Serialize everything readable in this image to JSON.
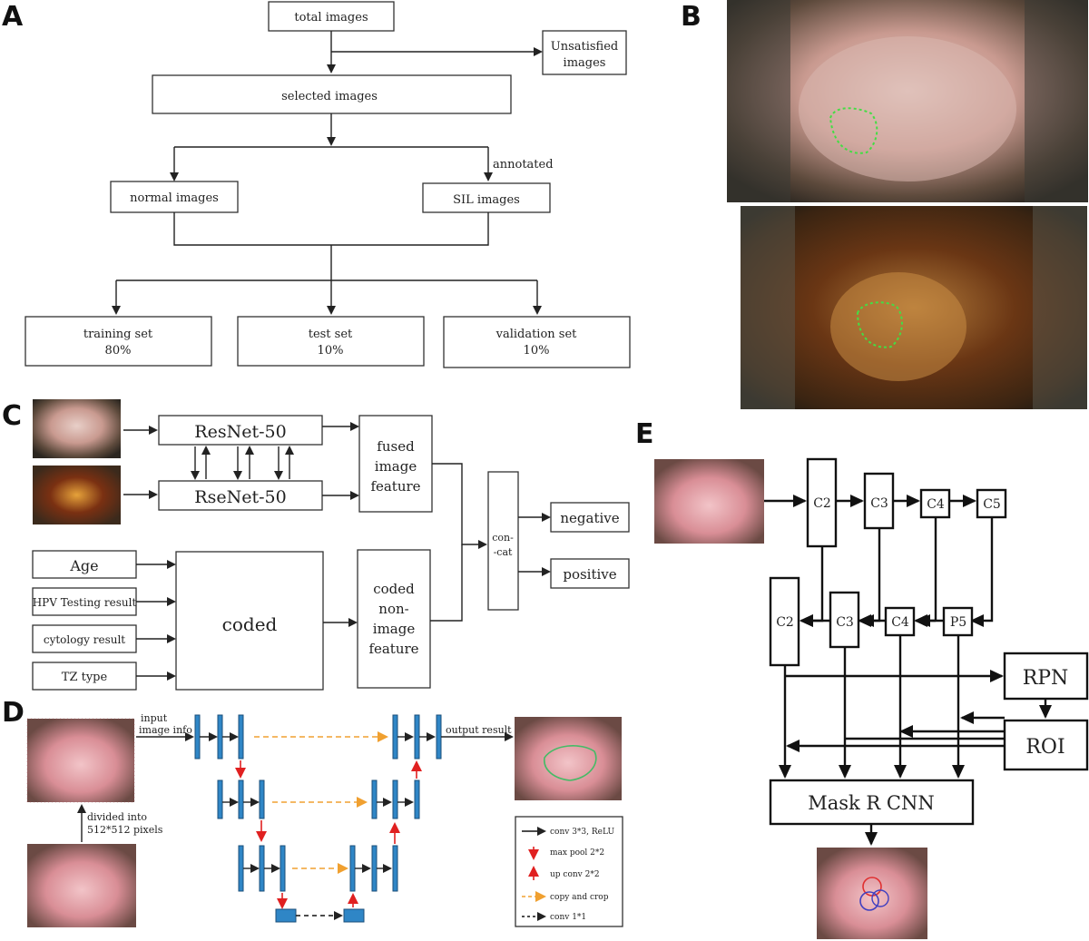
{
  "panel_labels": [
    "A",
    "B",
    "C",
    "D",
    "E"
  ],
  "panel_a": {
    "total": "total images",
    "unsatisfied_line1": "Unsatisfied",
    "unsatisfied_line2": "images",
    "selected": "selected images",
    "annotated": "annotated",
    "normal": "normal images",
    "sil": "SIL images",
    "training_name": "training set",
    "training_pct": "80%",
    "test_name": "test set",
    "test_pct": "10%",
    "validation_name": "validation set",
    "validation_pct": "10%"
  },
  "panel_c": {
    "resnet1": "ResNet-50",
    "resnet2": "RseNet-50",
    "fused": [
      "fused",
      "image",
      "feature"
    ],
    "concat": [
      "con-",
      "-cat"
    ],
    "negative": "negative",
    "positive": "positive",
    "inputs": [
      "Age",
      "HPV Testing result",
      "cytology result",
      "TZ type"
    ],
    "coded": "coded",
    "coded_feature": [
      "coded",
      "non-",
      "image",
      "feature"
    ]
  },
  "panel_d": {
    "input_info": [
      "input",
      "image info"
    ],
    "output_result": "output result",
    "divided": [
      "divided into",
      "512*512 pixels"
    ],
    "legend": [
      {
        "label": "conv 3*3, ReLU",
        "color": "#111111"
      },
      {
        "label": "max pool 2*2",
        "color": "#e02020"
      },
      {
        "label": "up conv 2*2",
        "color": "#e02020"
      },
      {
        "label": "copy and crop",
        "color": "#f0a030"
      },
      {
        "label": "conv 1*1",
        "color": "#111111"
      }
    ]
  },
  "panel_e": {
    "top": [
      "C2",
      "C3",
      "C4",
      "C5"
    ],
    "bottom": [
      "C2",
      "C3",
      "C4",
      "P5"
    ],
    "rpn": "RPN",
    "roi": "ROI",
    "mask": "Mask R CNN"
  },
  "colors": {
    "unet_block": "#2f86c6",
    "pool_arrow": "#e02020",
    "copy_arrow": "#f0a030",
    "annotation_contour": "#44dd44"
  }
}
